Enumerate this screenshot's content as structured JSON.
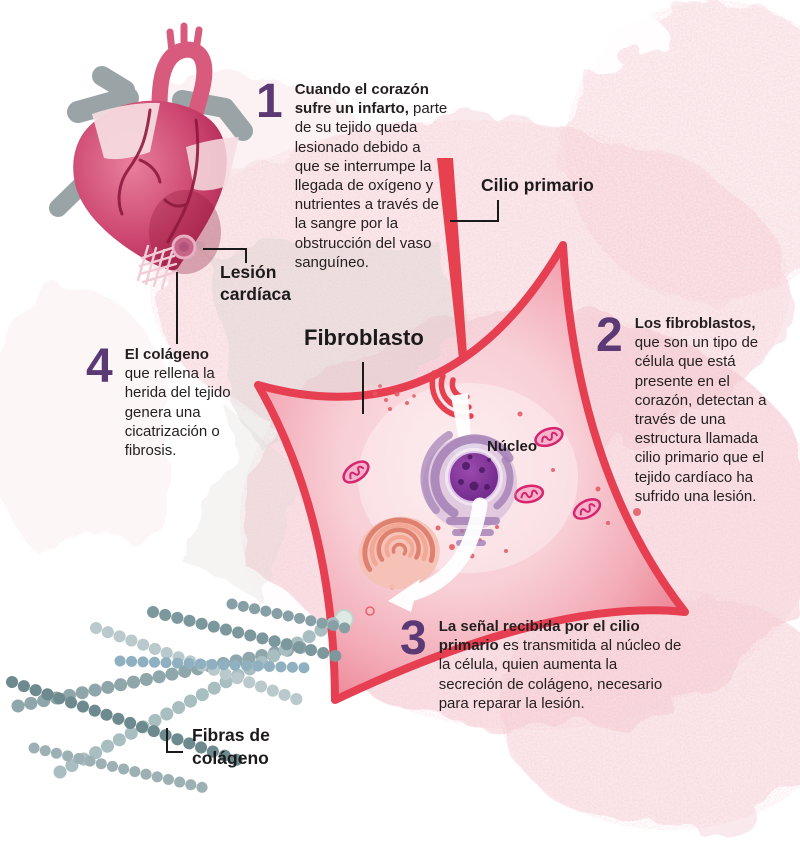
{
  "steps": [
    {
      "number": "1",
      "bold": "Cuando el corazón sufre un infarto,",
      "text": "parte de su tejido queda lesionado debido a que se interrumpe la llegada de oxígeno y nutrientes a través de la sangre por la obstrucción del vaso sanguíneo."
    },
    {
      "number": "2",
      "bold": "Los fibroblastos,",
      "text": "que son un tipo de célula que está presente en el corazón, detectan a través de una estructura llamada cilio primario que el tejido cardíaco ha sufrido una lesión."
    },
    {
      "number": "3",
      "bold": "La señal recibida por el cilio primario",
      "text": "es transmitida al núcleo de la célula, quien aumenta la secreción de colágeno, necesario para reparar la lesión."
    },
    {
      "number": "4",
      "bold": "El colágeno",
      "text": "que rellena la herida del tejido genera una cicatrización o fibrosis."
    }
  ],
  "labels": {
    "heart_lesion": "Lesión cardíaca",
    "primary_cilium": "Cilio primario",
    "fibroblast": "Fibroblasto",
    "nucleus": "Núcleo",
    "collagen_fibers": "Fibras de colágeno"
  },
  "colors": {
    "step_number_purple": "#5b3974",
    "body_text": "#231f20",
    "cilium_red": "#e7404e",
    "cell_membrane_red": "#e63f51",
    "cell_interior_pink": "#f8cfd6",
    "nucleus_purple": "#7b2f91",
    "er_lavender": "#a27fb5",
    "golgi_coral": "#df8170",
    "mitochondria_pink": "#d6246e",
    "collagen_gray": "#8fa6aa",
    "background_speckle_pink": "#f4c9d2"
  }
}
